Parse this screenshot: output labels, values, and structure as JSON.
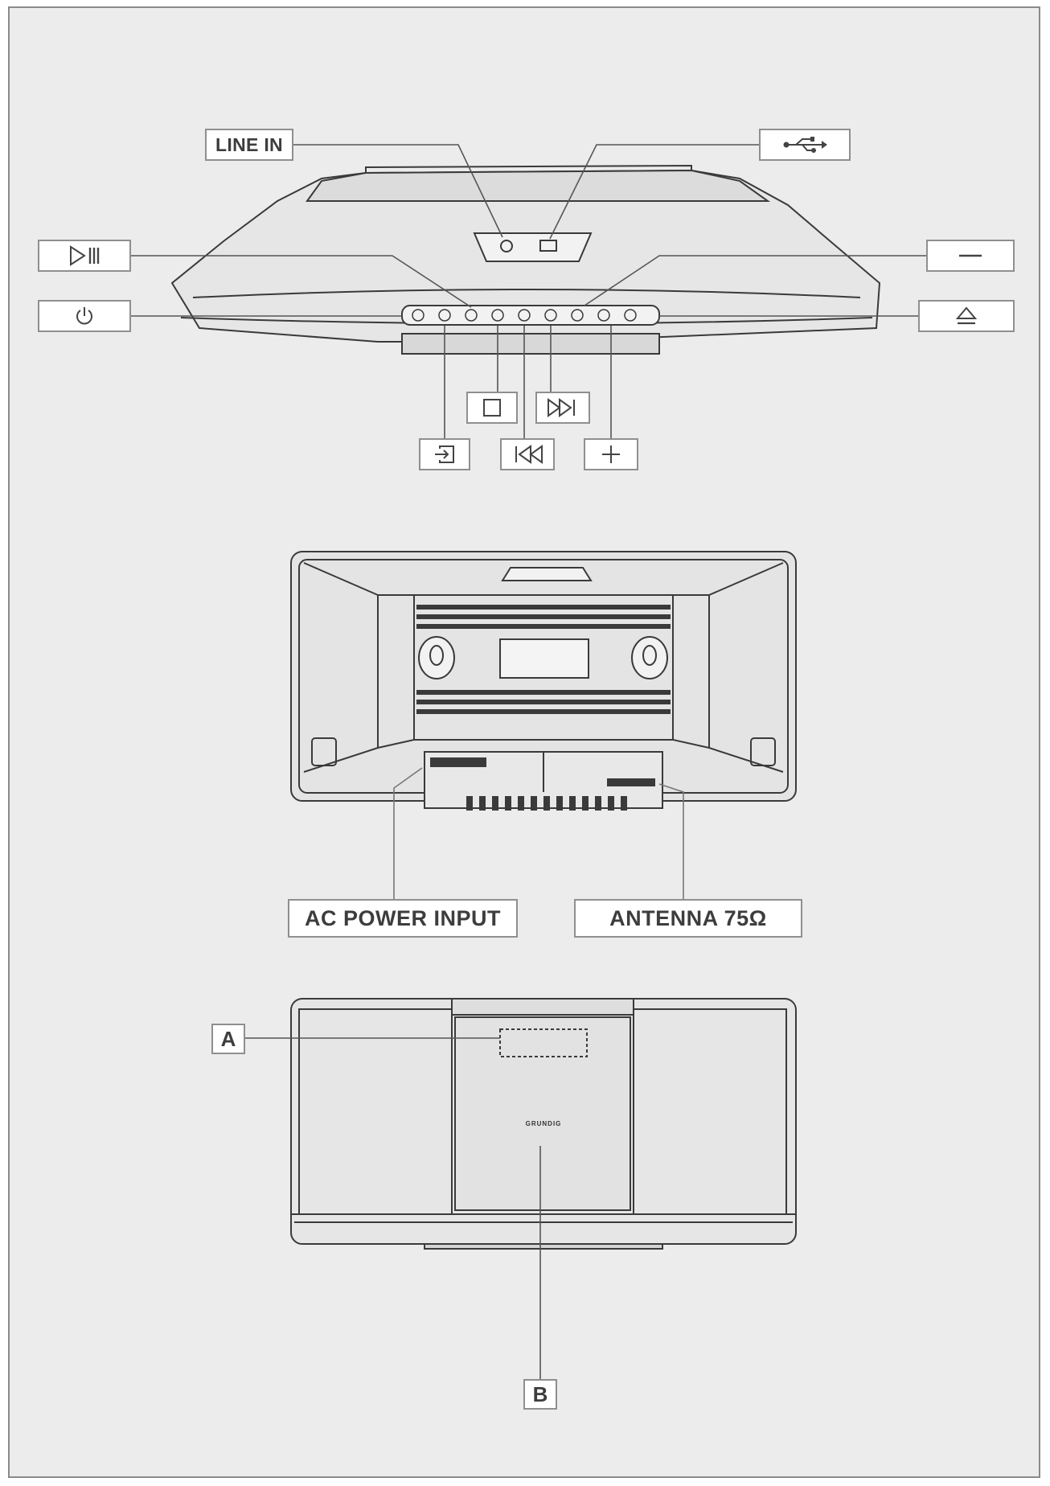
{
  "top_view": {
    "labels": {
      "line_in": "LINE IN",
      "usb_icon": "usb-icon",
      "play_pause_icon": "play-pause-icon",
      "power_icon": "power-icon",
      "volume_down_icon": "minus-icon",
      "eject_icon": "eject-icon",
      "stop_icon": "stop-icon",
      "next_icon": "skip-forward-icon",
      "source_icon": "source-input-icon",
      "prev_icon": "skip-back-icon",
      "volume_up_icon": "plus-icon"
    }
  },
  "rear_view": {
    "labels": {
      "ac_power": "AC POWER INPUT",
      "antenna": "ANTENNA 75Ω"
    }
  },
  "front_view": {
    "labels": {
      "a": "A",
      "b": "B"
    },
    "logo": "GRUNDIG"
  },
  "colors": {
    "background": "#ececec",
    "line": "#3a3a3a",
    "label_border": "#8f8f8f"
  }
}
